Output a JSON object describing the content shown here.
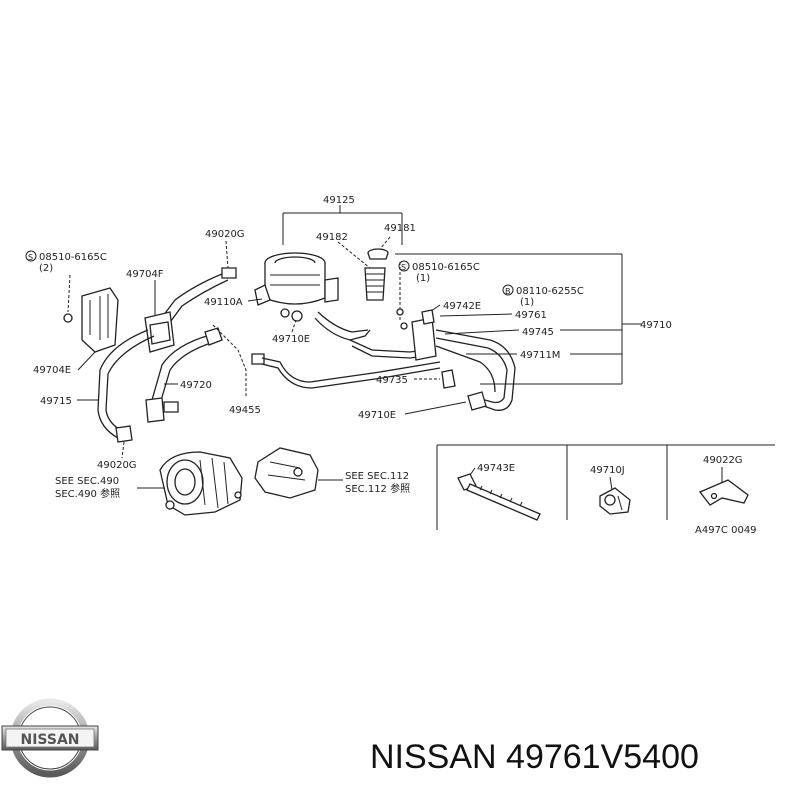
{
  "labels": {
    "p49125": "49125",
    "p49020g_top": "49020G",
    "p49182": "49182",
    "p49181": "49181",
    "bolt1": "08510-6165C",
    "bolt1_qty": "(2)",
    "p49704f": "49704F",
    "p49110a": "49110A",
    "p49710e_top": "49710E",
    "bolt2": "08510-6165C",
    "bolt2_qty": "(1)",
    "bolt3": "08110-6255C",
    "bolt3_qty": "(1)",
    "p49742e": "49742E",
    "p49761": "49761",
    "p49745": "49745",
    "p49710": "49710",
    "p49711m": "49711M",
    "p49704e": "49704E",
    "p49720": "49720",
    "p49715": "49715",
    "p49455": "49455",
    "p49735": "49735",
    "p49710e_bot": "49710E",
    "p49020g_bot": "49020G",
    "see490_a": "SEE SEC.490",
    "see490_b": "SEC.490 参照",
    "see112_a": "SEE SEC.112",
    "see112_b": "SEC.112 参照",
    "p49743e": "49743E",
    "p49710j": "49710J",
    "p49022g": "49022G",
    "code": "A497C 0049",
    "bolt_s": "S",
    "bolt_b": "B"
  },
  "brand": {
    "logo_text": "NISSAN",
    "title": "NISSAN 49761V5400"
  }
}
